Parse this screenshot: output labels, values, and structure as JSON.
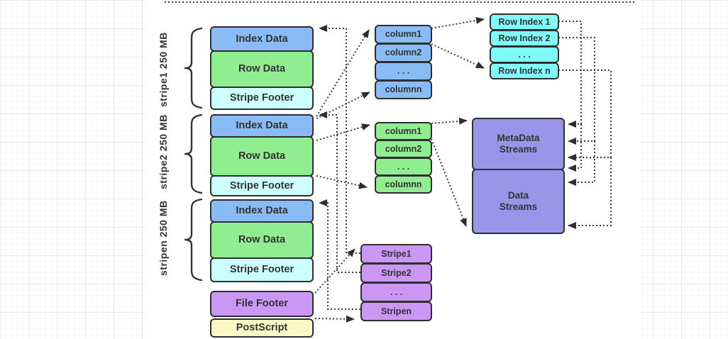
{
  "canvas": {
    "stripes": [
      {
        "group_label": "stripe1 250 MB",
        "index": "Index Data",
        "row": "Row Data",
        "footer": "Stripe Footer"
      },
      {
        "group_label": "stripe2 250 MB",
        "index": "Index Data",
        "row": "Row Data",
        "footer": "Stripe Footer"
      },
      {
        "group_label": "stripen 250 MB",
        "index": "Index Data",
        "row": "Row Data",
        "footer": "Stripe Footer"
      }
    ],
    "file_footer": "File Footer",
    "postscript": "PostScript",
    "index_column_stack": [
      "column1",
      "column2",
      ". . .",
      "columnn"
    ],
    "row_column_stack": [
      "column1",
      "column2",
      ". . .",
      "columnn"
    ],
    "row_index_stack": [
      "Row Index 1",
      "Row Index 2",
      ". . .",
      "Row Index n"
    ],
    "stripe_list_stack": [
      "Stripe1",
      "Stripe2",
      ". . .",
      "Stripen"
    ],
    "metadata_streams": {
      "line1": "MetaData",
      "line2": "Streams"
    },
    "data_streams": {
      "line1": "Data",
      "line2": "Streams"
    },
    "colors": {
      "index_data": "#89bcf5",
      "row_data": "#90ee90",
      "stripe_footer": "#ccffff",
      "row_index": "#80fbfb",
      "streams": "#9795e8",
      "stripe_list": "#cb97f5",
      "file_footer": "#cb97f5",
      "postscript": "#fcf8c5",
      "connector": "#3b3b3b",
      "border": "#2e2e2e"
    }
  }
}
